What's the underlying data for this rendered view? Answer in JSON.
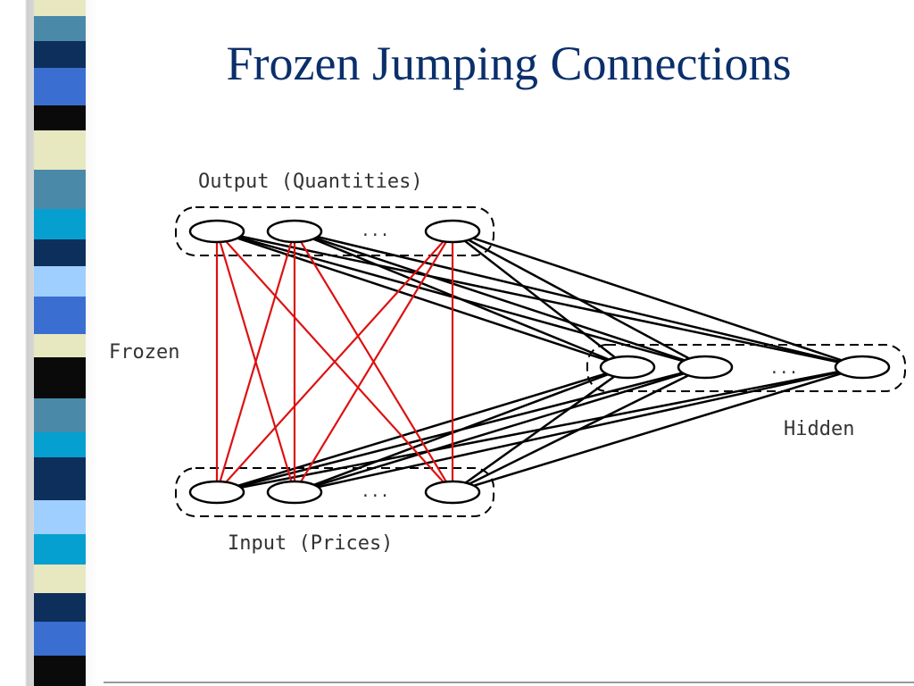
{
  "slide": {
    "title": "Frozen Jumping Connections"
  },
  "diagram": {
    "output_label": "Output (Quantities)",
    "input_label": "Input (Prices)",
    "hidden_label": "Hidden",
    "frozen_label": "Frozen",
    "ellipsis": "...",
    "colors": {
      "frozen_connection": "#dd1111",
      "connection": "#000000"
    }
  },
  "theme": {
    "title_color": "#0a2f6b",
    "stripe_colors": [
      "#4a8aa8",
      "#0d2f5c",
      "#3a6fd1",
      "#0a0a0a",
      "#e8e8c0",
      "#0d2f5c",
      "#9ecfff",
      "#05a0d0"
    ]
  }
}
